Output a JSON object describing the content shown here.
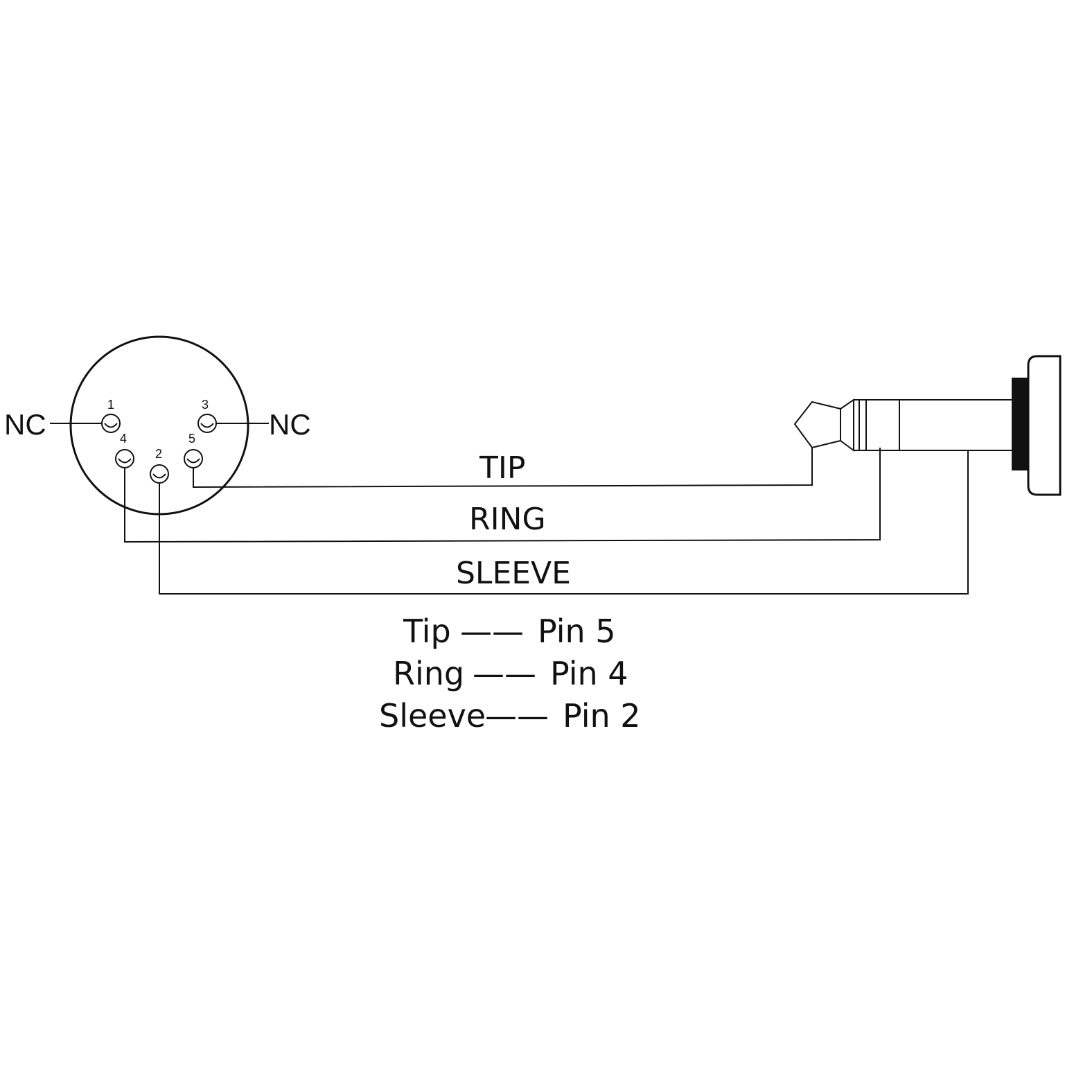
{
  "din_connector": {
    "pins": [
      {
        "number": "1"
      },
      {
        "number": "3"
      },
      {
        "number": "4"
      },
      {
        "number": "2"
      },
      {
        "number": "5"
      }
    ],
    "nc_left": "NC",
    "nc_right": "NC"
  },
  "wires": {
    "tip": "TIP",
    "ring": "RING",
    "sleeve": "SLEEVE"
  },
  "mapping": [
    {
      "conductor": "Tip",
      "dash": "——",
      "pin": "Pin  5"
    },
    {
      "conductor": "Ring",
      "dash": "——",
      "pin": "Pin  4"
    },
    {
      "conductor": "Sleeve",
      "dash": "——",
      "pin": "Pin  2"
    }
  ]
}
